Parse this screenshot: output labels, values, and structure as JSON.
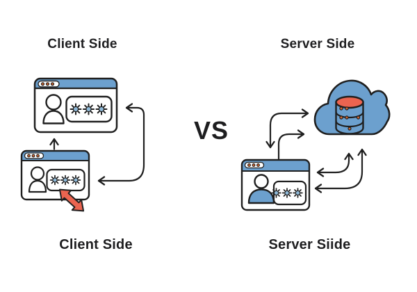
{
  "colors": {
    "background": "#ffffff",
    "accent_blue": "#6CA0CE",
    "accent_red": "#EB6450",
    "dot_orange": "#D2652F",
    "asterisk_blue": "#8FB9D8",
    "outline": "#1f1f1f"
  },
  "labels": {
    "client_heading": "Client Side",
    "server_heading": "Server Side",
    "versus": "VS",
    "client_caption": "Client Side",
    "server_caption": "Server Siide"
  },
  "diagram": {
    "client": {
      "heading": "Client Side",
      "caption": "Client Side",
      "windows": [
        {
          "name": "browser-window-top",
          "password_mask": "***"
        },
        {
          "name": "browser-window-bottom",
          "password_mask": "***"
        }
      ],
      "icons": [
        "user-icon",
        "password-field-icon",
        "resize-arrow-icon",
        "up-arrow-icon",
        "loop-arrow-icon"
      ]
    },
    "server": {
      "heading": "Server Side",
      "caption": "Server Siide",
      "windows": [
        {
          "name": "browser-window",
          "password_mask": "***"
        }
      ],
      "icons": [
        "cloud-icon",
        "database-icon",
        "user-icon",
        "password-field-icon",
        "request-arrow-icons",
        "response-arrow-icons"
      ]
    }
  }
}
